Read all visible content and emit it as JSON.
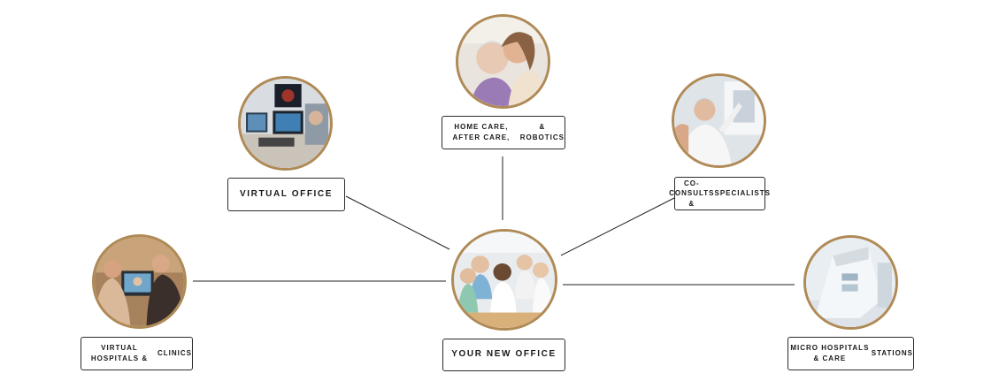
{
  "colors": {
    "ring": "#b08a56",
    "box_border": "#2b2b2b",
    "connector": "#222222"
  },
  "nodes": {
    "center": {
      "label": "YOUR NEW OFFICE",
      "image": "medical-team-photo"
    },
    "home_care": {
      "label_line1": "HOME CARE, AFTER CARE,",
      "label_line2": "& ROBOTICS",
      "image": "home-care-photo"
    },
    "virtual_office": {
      "label": "VIRTUAL OFFICE",
      "image": "virtual-office-photo"
    },
    "co_consults": {
      "label_line1": "CO-CONSULTS &",
      "label_line2": "SPECIALISTS",
      "image": "specialist-xray-photo"
    },
    "virtual_hospitals": {
      "label_line1": "VIRTUAL HOSPITALS &",
      "label_line2": "CLINICS",
      "image": "telehealth-photo"
    },
    "micro_hospitals": {
      "label_line1": "MICRO HOSPITALS & CARE",
      "label_line2": "STATIONS",
      "image": "care-station-photo"
    }
  }
}
